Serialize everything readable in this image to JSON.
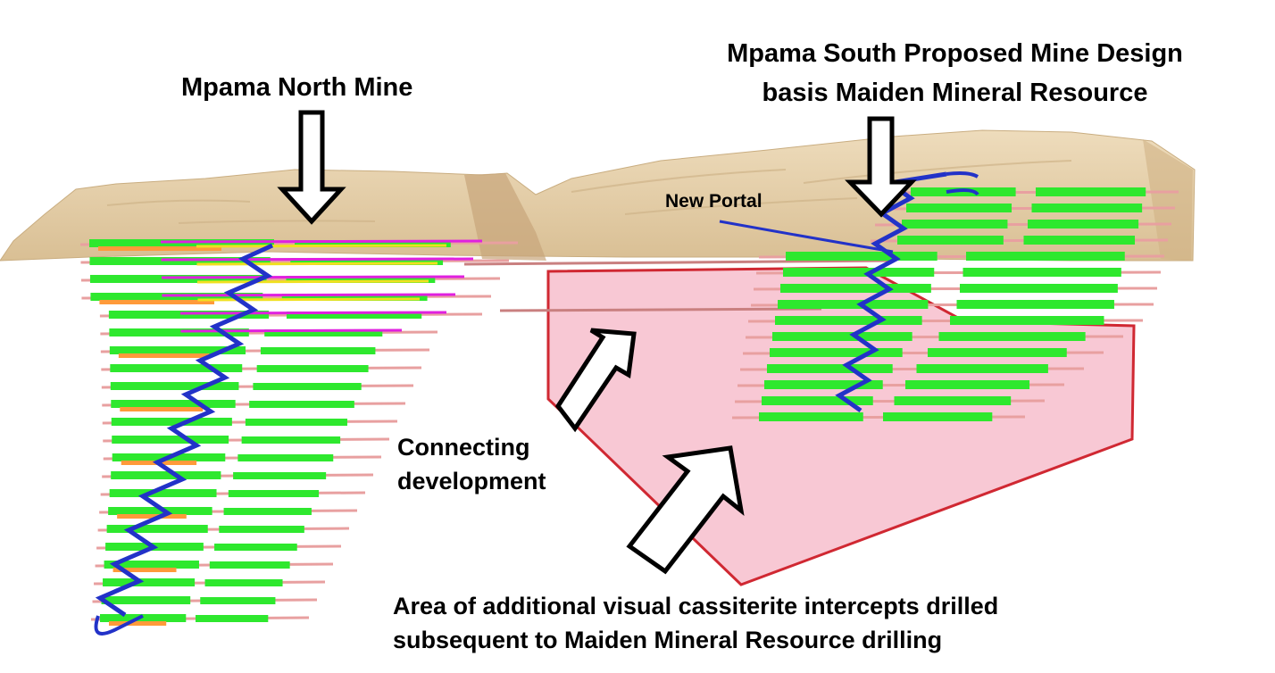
{
  "labels": {
    "north_mine": "Mpama North Mine",
    "south_design_line1": "Mpama South Proposed Mine Design",
    "south_design_line2": "basis Maiden Mineral Resource",
    "new_portal": "New Portal",
    "connecting_line1": "Connecting",
    "connecting_line2": "development",
    "area_line1": "Area of additional visual cassiterite intercepts drilled",
    "area_line2": "subsequent to Maiden Mineral Resource drilling"
  },
  "colors": {
    "terrain": "#e6cda6",
    "area_fill": "#f8c8d4",
    "area_outline": "#d02832",
    "stope_green": "#2ee82e",
    "decline_blue": "#2232c8",
    "drive_pink": "#e8a0a0",
    "drive_magenta": "#e020e0",
    "arrow_fill": "#ffffff",
    "arrow_stroke": "#000000"
  },
  "icons": [
    "down-arrow-icon",
    "up-right-arrow-icon"
  ]
}
